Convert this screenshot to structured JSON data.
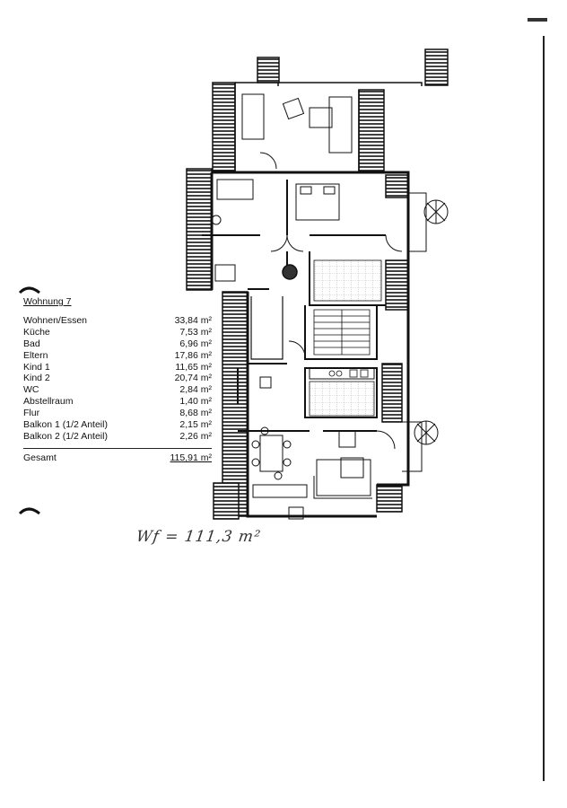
{
  "legend": {
    "title": "Wohnung 7",
    "rooms": [
      {
        "name": "Wohnen/Essen",
        "area": "33,84 m²"
      },
      {
        "name": "Küche",
        "area": "7,53 m²"
      },
      {
        "name": "Bad",
        "area": "6,96 m²"
      },
      {
        "name": "Eltern",
        "area": "17,86 m²"
      },
      {
        "name": "Kind 1",
        "area": "11,65 m²"
      },
      {
        "name": "Kind 2",
        "area": "20,74 m²"
      },
      {
        "name": "WC",
        "area": "2,84 m²"
      },
      {
        "name": "Abstellraum",
        "area": "1,40 m²"
      },
      {
        "name": "Flur",
        "area": "8,68 m²"
      },
      {
        "name": "Balkon 1 (1/2 Anteil)",
        "area": "2,15 m²"
      },
      {
        "name": "Balkon 2 (1/2 Anteil)",
        "area": "2,26 m²"
      }
    ],
    "total_label": "Gesamt",
    "total_area": "115,91 m²"
  },
  "handwritten_note": "Wf = 111,3 m²"
}
